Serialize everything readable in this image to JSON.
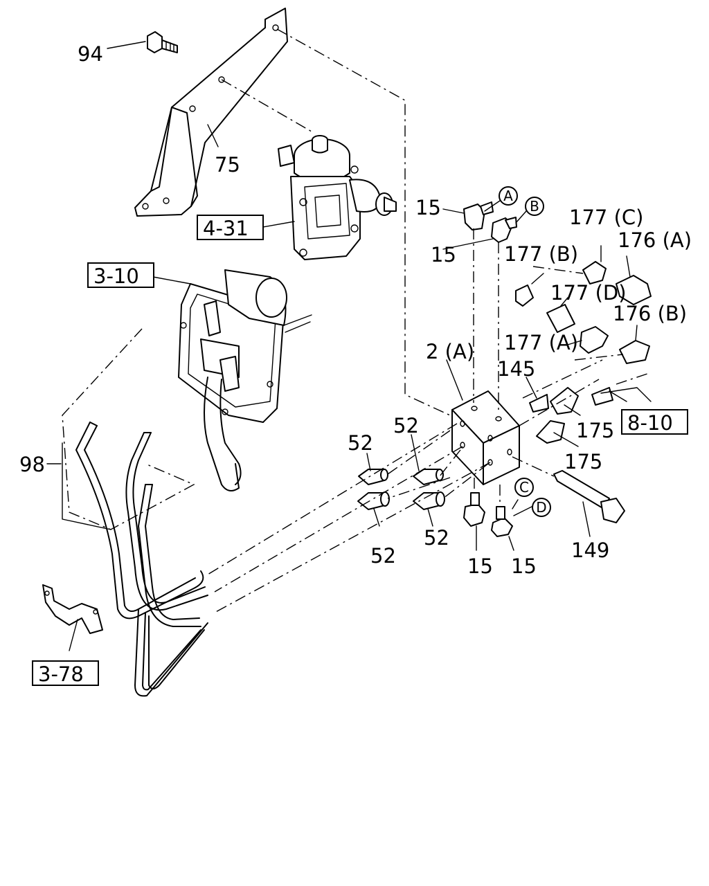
{
  "labels": {
    "l94": "94",
    "l75": "75",
    "ref431": "4-31",
    "ref310": "3-10",
    "l98": "98",
    "ref378": "3-78",
    "l15a": "15",
    "l15b": "15",
    "l15c": "15",
    "l15d": "15",
    "l177c": "177 (C)",
    "l176a": "176 (A)",
    "l177b": "177 (B)",
    "l177d": "177 (D)",
    "l176b": "176 (B)",
    "l177a": "177 (A)",
    "l2a": "2 (A)",
    "l145": "145",
    "l175a": "175",
    "l175b": "175",
    "ref810": "8-10",
    "l52a": "52",
    "l52b": "52",
    "l52c": "52",
    "l52d": "52",
    "l149": "149"
  },
  "circles": {
    "cA": "A",
    "cB": "B",
    "cC": "C",
    "cD": "D"
  }
}
